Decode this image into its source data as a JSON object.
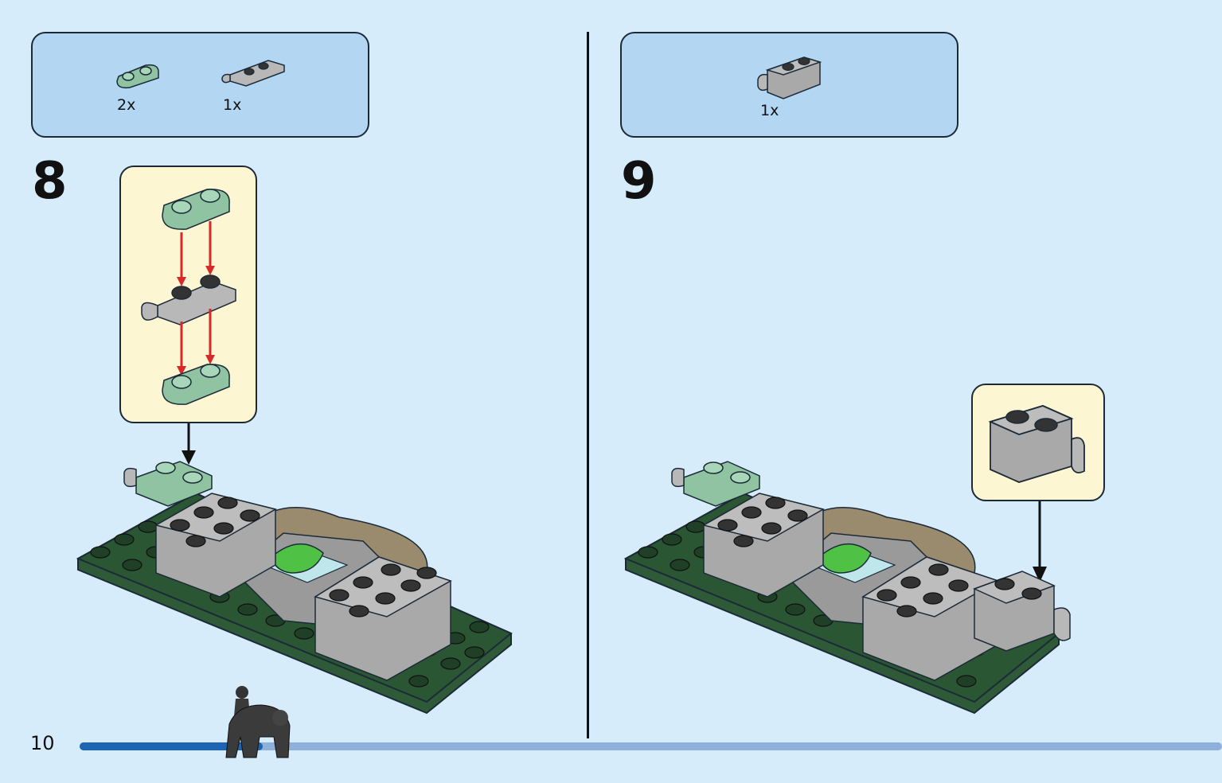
{
  "page": {
    "number": "10"
  },
  "progress": {
    "fraction": 0.16
  },
  "colors": {
    "background": "#d7ecfb",
    "parts_box": "#b3d6f3",
    "callout": "#fdf6d2",
    "progress_fill": "#1d64b5",
    "progress_track": "#8fb0db",
    "arrow_red": "#d42a2a"
  },
  "steps": [
    {
      "number": "8",
      "parts": [
        {
          "icon": "sand-green-plate-1x2-rounded-icon",
          "qty": "2x"
        },
        {
          "icon": "gray-plate-clip-icon",
          "qty": "1x"
        }
      ]
    },
    {
      "number": "9",
      "parts": [
        {
          "icon": "gray-brick-clip-icon",
          "qty": "1x"
        }
      ]
    }
  ]
}
